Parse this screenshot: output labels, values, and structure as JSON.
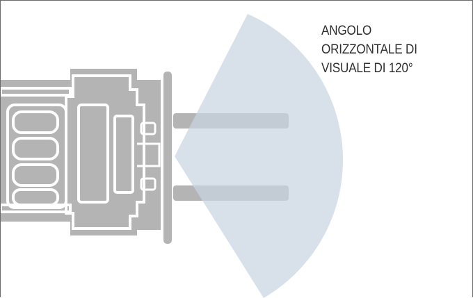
{
  "caption": {
    "lines": [
      "ANGOLO",
      "ORIZZONTALE DI",
      "VISUALE DI 120°"
    ]
  },
  "colors": {
    "body": "#b4b4b4",
    "outline": "#ffffff",
    "fov": "#c9d5e2",
    "border": "#6b6b6b",
    "text": "#2e2e2e"
  },
  "view_angle_degrees": 120
}
